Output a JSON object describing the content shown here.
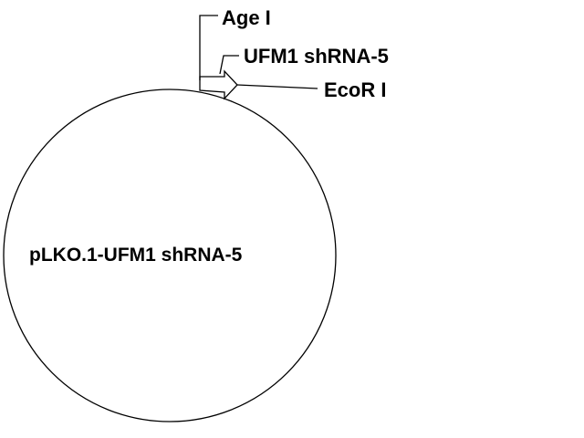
{
  "plasmid": {
    "name": "pLKO.1-UFM1 shRNA-5"
  },
  "features": {
    "site_left": {
      "label": "Age I"
    },
    "insert": {
      "label": "UFM1 shRNA-5"
    },
    "site_right": {
      "label": "EcoR I"
    }
  },
  "colors": {
    "line": "#000000",
    "background": "#ffffff"
  }
}
